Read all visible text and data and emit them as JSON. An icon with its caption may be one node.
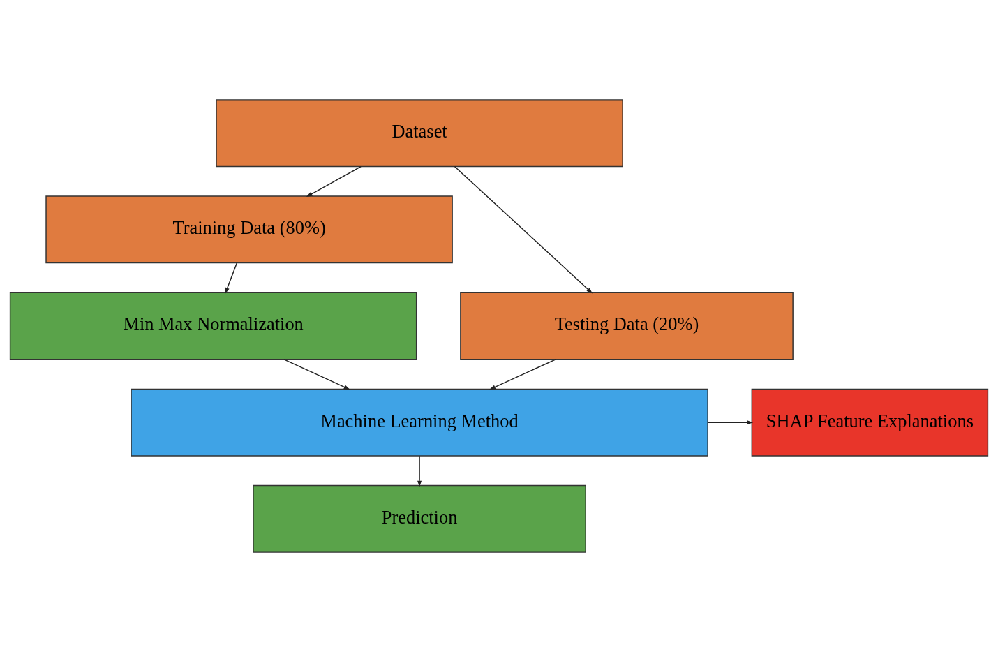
{
  "diagram": {
    "nodes": [
      {
        "text": [
          "Dataset"
        ]
      },
      {
        "text": [
          "Training Data (80%)"
        ]
      },
      {
        "text": [
          "Testing Data (20%)"
        ]
      },
      {
        "text": [
          "Min Max Normalization"
        ]
      },
      {
        "text": [
          "SHAP Feature Explanations"
        ]
      },
      {
        "text": [
          "Machine Learning Method"
        ]
      },
      {
        "text": [
          "Prediction"
        ]
      }
    ],
    "edges": [
      {
        "from": 0,
        "to": 1,
        "arrow": "to"
      },
      {
        "from": 0,
        "to": 2,
        "arrow": "to"
      },
      {
        "from": 1,
        "to": 3,
        "arrow": "to"
      },
      {
        "from": 3,
        "to": 5,
        "arrow": "to"
      },
      {
        "from": 2,
        "to": 5,
        "arrow": "to"
      },
      {
        "from": 5,
        "to": 4,
        "arrow": "to"
      },
      {
        "from": 5,
        "to": 6,
        "arrow": "to"
      }
    ]
  }
}
